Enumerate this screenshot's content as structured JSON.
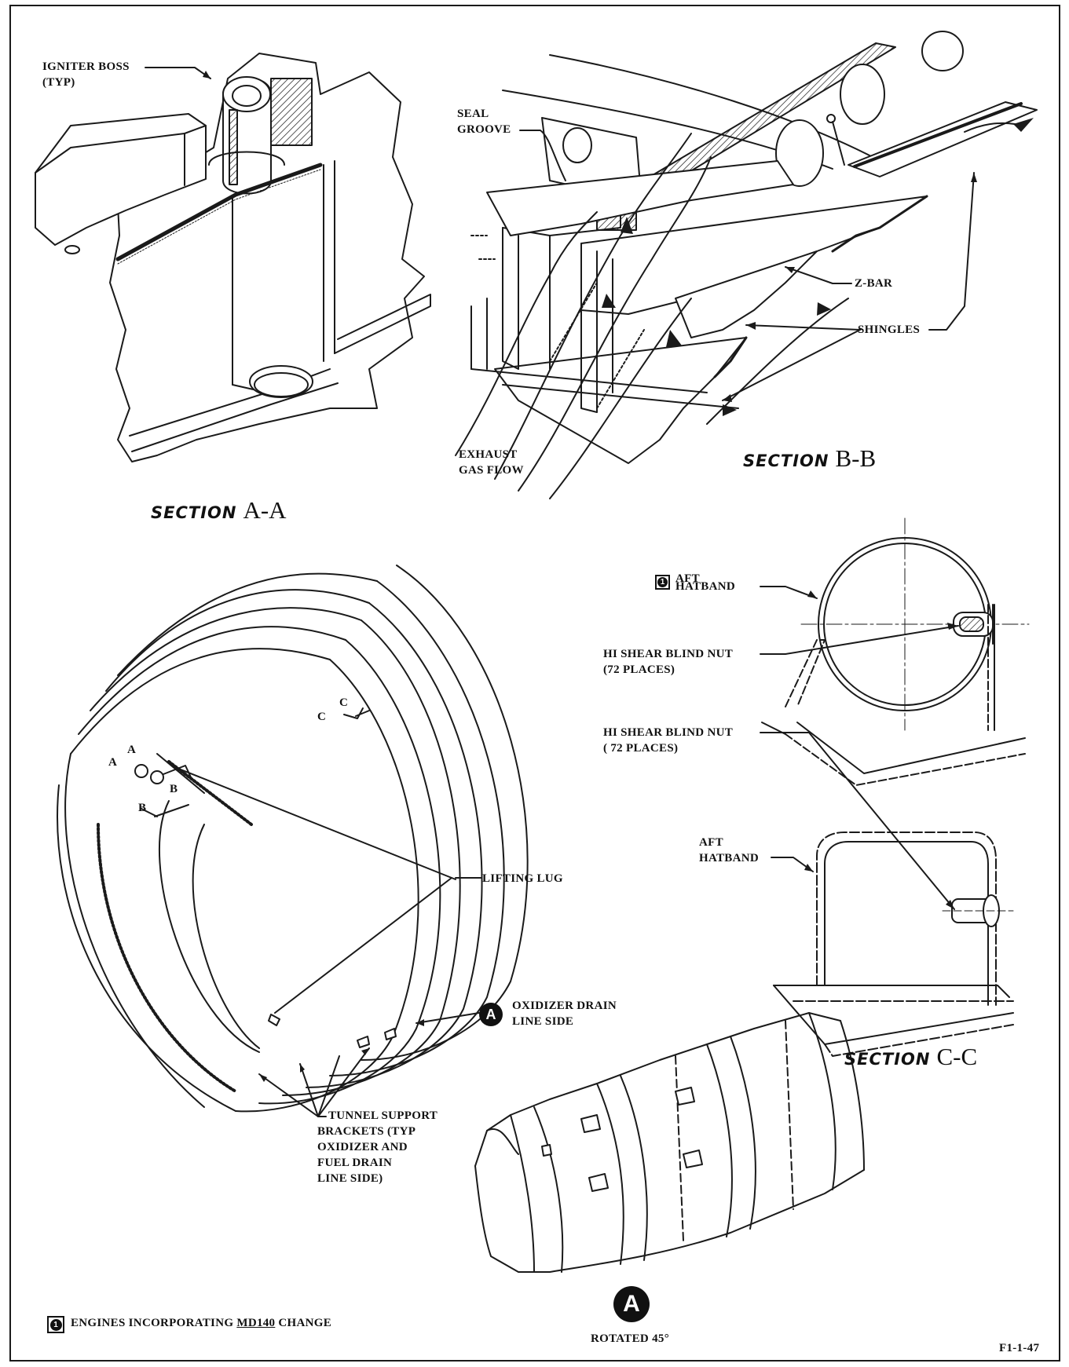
{
  "section_aa": {
    "title_word": "SECTION",
    "title_code": "A-A",
    "igniter_boss_line1": "IGNITER BOSS",
    "igniter_boss_line2": "(TYP)"
  },
  "section_bb": {
    "title_word": "SECTION",
    "title_code": "B-B",
    "seal_groove_line1": "SEAL",
    "seal_groove_line2": "GROOVE",
    "z_bar": "Z-BAR",
    "shingles": "SHINGLES",
    "exhaust_line1": "EXHAUST",
    "exhaust_line2": "GAS FLOW"
  },
  "section_cc": {
    "title_word": "SECTION",
    "title_code": "C-C",
    "aft_hatband_top_line1": "AFT",
    "aft_hatband_top_line2": "HATBAND",
    "nut_top_line1": "HI SHEAR BLIND NUT",
    "nut_top_line2": "(72 PLACES)",
    "nut_bottom_line1": "HI SHEAR BLIND NUT",
    "nut_bottom_line2": "( 72 PLACES)",
    "aft_hatband_bottom_line1": "AFT",
    "aft_hatband_bottom_line2": "HATBAND"
  },
  "main_view": {
    "cut_c_1": "C",
    "cut_c_2": "C",
    "cut_a_1": "A",
    "cut_a_2": "A",
    "cut_b_1": "B",
    "cut_b_2": "B",
    "lifting_lug": "LIFTING LUG",
    "oxidizer_line1": "OXIDIZER DRAIN",
    "oxidizer_line2": "LINE SIDE",
    "view_a_marker": "A",
    "tunnel_line1": "TUNNEL SUPPORT",
    "tunnel_line2": "BRACKETS (TYP",
    "tunnel_line3": "OXIDIZER AND",
    "tunnel_line4": "FUEL DRAIN",
    "tunnel_line5": "LINE SIDE)"
  },
  "detail_a": {
    "marker": "A",
    "rotated": "ROTATED 45°"
  },
  "footnote": {
    "badge": "1",
    "text_before": "ENGINES INCORPORATING ",
    "text_underlined": "MD140",
    "text_after": " CHANGE"
  },
  "figure_id": "F1-1-47"
}
